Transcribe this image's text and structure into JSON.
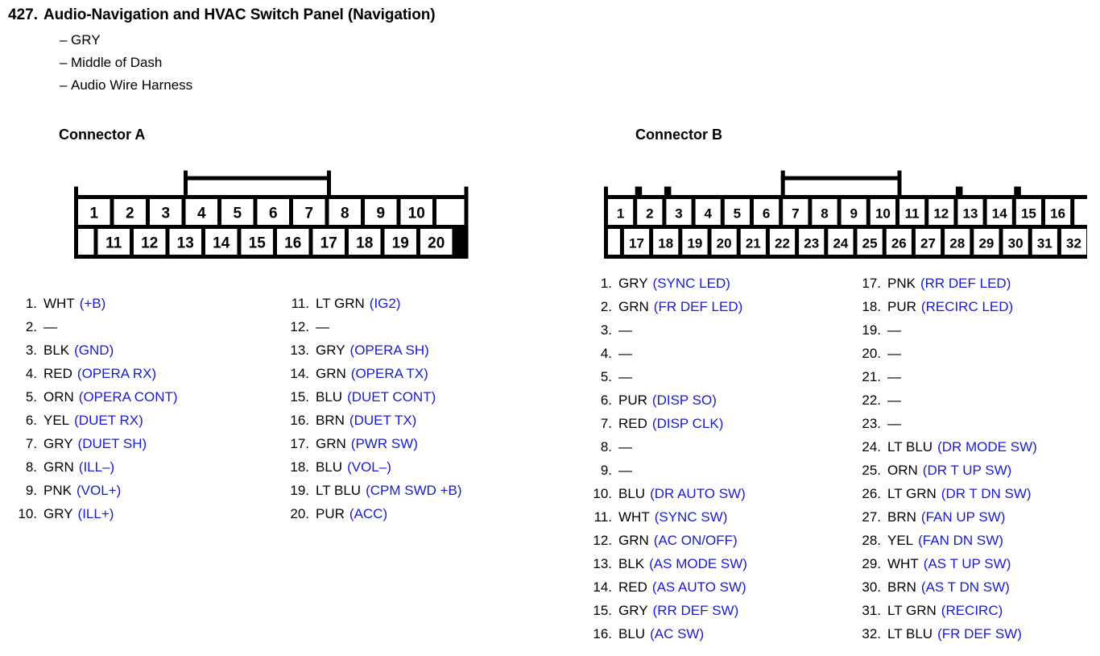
{
  "header": {
    "number": "427.",
    "title": "Audio-Navigation and HVAC Switch Panel (Navigation)",
    "details": [
      "GRY",
      "Middle of Dash",
      "Audio Wire Harness"
    ],
    "dash": "–"
  },
  "colors": {
    "signal_blue": "#1a1ad2",
    "text_black": "#000000",
    "background": "#ffffff"
  },
  "connectors": [
    {
      "id": "a",
      "heading": "Connector A",
      "top_pins": [
        "1",
        "2",
        "3",
        "4",
        "5",
        "6",
        "7",
        "8",
        "9",
        "10"
      ],
      "bottom_pins": [
        "11",
        "12",
        "13",
        "14",
        "15",
        "16",
        "17",
        "18",
        "19",
        "20"
      ],
      "pins": [
        {
          "no": "1.",
          "color": "WHT",
          "signal": "(+B)"
        },
        {
          "no": "2.",
          "color": "—",
          "signal": ""
        },
        {
          "no": "3.",
          "color": "BLK",
          "signal": "(GND)"
        },
        {
          "no": "4.",
          "color": "RED",
          "signal": "(OPERA RX)"
        },
        {
          "no": "5.",
          "color": "ORN",
          "signal": "(OPERA CONT)"
        },
        {
          "no": "6.",
          "color": "YEL",
          "signal": "(DUET RX)"
        },
        {
          "no": "7.",
          "color": "GRY",
          "signal": "(DUET SH)"
        },
        {
          "no": "8.",
          "color": "GRN",
          "signal": "(ILL–)"
        },
        {
          "no": "9.",
          "color": "PNK",
          "signal": "(VOL+)"
        },
        {
          "no": "10.",
          "color": "GRY",
          "signal": "(ILL+)"
        },
        {
          "no": "11.",
          "color": "LT GRN",
          "signal": "(IG2)"
        },
        {
          "no": "12.",
          "color": "—",
          "signal": ""
        },
        {
          "no": "13.",
          "color": "GRY",
          "signal": "(OPERA SH)"
        },
        {
          "no": "14.",
          "color": "GRN",
          "signal": "(OPERA TX)"
        },
        {
          "no": "15.",
          "color": "BLU",
          "signal": "(DUET CONT)"
        },
        {
          "no": "16.",
          "color": "BRN",
          "signal": "(DUET TX)"
        },
        {
          "no": "17.",
          "color": "GRN",
          "signal": "(PWR SW)"
        },
        {
          "no": "18.",
          "color": "BLU",
          "signal": "(VOL–)"
        },
        {
          "no": "19.",
          "color": "LT BLU",
          "signal": "(CPM SWD +B)"
        },
        {
          "no": "20.",
          "color": "PUR",
          "signal": "(ACC)"
        }
      ]
    },
    {
      "id": "b",
      "heading": "Connector B",
      "top_pins": [
        "1",
        "2",
        "3",
        "4",
        "5",
        "6",
        "7",
        "8",
        "9",
        "10",
        "11",
        "12",
        "13",
        "14",
        "15",
        "16"
      ],
      "bottom_pins": [
        "17",
        "18",
        "19",
        "20",
        "21",
        "22",
        "23",
        "24",
        "25",
        "26",
        "27",
        "28",
        "29",
        "30",
        "31",
        "32"
      ],
      "pins": [
        {
          "no": "1.",
          "color": "GRY",
          "signal": "(SYNC LED)"
        },
        {
          "no": "2.",
          "color": "GRN",
          "signal": "(FR DEF LED)"
        },
        {
          "no": "3.",
          "color": "—",
          "signal": ""
        },
        {
          "no": "4.",
          "color": "—",
          "signal": ""
        },
        {
          "no": "5.",
          "color": "—",
          "signal": ""
        },
        {
          "no": "6.",
          "color": "PUR",
          "signal": "(DISP SO)"
        },
        {
          "no": "7.",
          "color": "RED",
          "signal": "(DISP CLK)"
        },
        {
          "no": "8.",
          "color": "—",
          "signal": ""
        },
        {
          "no": "9.",
          "color": "—",
          "signal": ""
        },
        {
          "no": "10.",
          "color": "BLU",
          "signal": "(DR AUTO SW)"
        },
        {
          "no": "11.",
          "color": "WHT",
          "signal": "(SYNC SW)"
        },
        {
          "no": "12.",
          "color": "GRN",
          "signal": "(AC ON/OFF)"
        },
        {
          "no": "13.",
          "color": "BLK",
          "signal": "(AS MODE SW)"
        },
        {
          "no": "14.",
          "color": "RED",
          "signal": "(AS AUTO SW)"
        },
        {
          "no": "15.",
          "color": "GRY",
          "signal": "(RR DEF SW)"
        },
        {
          "no": "16.",
          "color": "BLU",
          "signal": "(AC SW)"
        },
        {
          "no": "17.",
          "color": "PNK",
          "signal": "(RR DEF LED)"
        },
        {
          "no": "18.",
          "color": "PUR",
          "signal": "(RECIRC LED)"
        },
        {
          "no": "19.",
          "color": "—",
          "signal": ""
        },
        {
          "no": "20.",
          "color": "—",
          "signal": ""
        },
        {
          "no": "21.",
          "color": "—",
          "signal": ""
        },
        {
          "no": "22.",
          "color": "—",
          "signal": ""
        },
        {
          "no": "23.",
          "color": "—",
          "signal": ""
        },
        {
          "no": "24.",
          "color": "LT BLU",
          "signal": "(DR MODE SW)"
        },
        {
          "no": "25.",
          "color": "ORN",
          "signal": "(DR T UP SW)"
        },
        {
          "no": "26.",
          "color": "LT GRN",
          "signal": "(DR T DN SW)"
        },
        {
          "no": "27.",
          "color": "BRN",
          "signal": "(FAN UP SW)"
        },
        {
          "no": "28.",
          "color": "YEL",
          "signal": "(FAN DN SW)"
        },
        {
          "no": "29.",
          "color": "WHT",
          "signal": "(AS T UP SW)"
        },
        {
          "no": "30.",
          "color": "BRN",
          "signal": "(AS T DN SW)"
        },
        {
          "no": "31.",
          "color": "LT GRN",
          "signal": "(RECIRC)"
        },
        {
          "no": "32.",
          "color": "LT BLU",
          "signal": "(FR DEF SW)"
        }
      ]
    }
  ]
}
